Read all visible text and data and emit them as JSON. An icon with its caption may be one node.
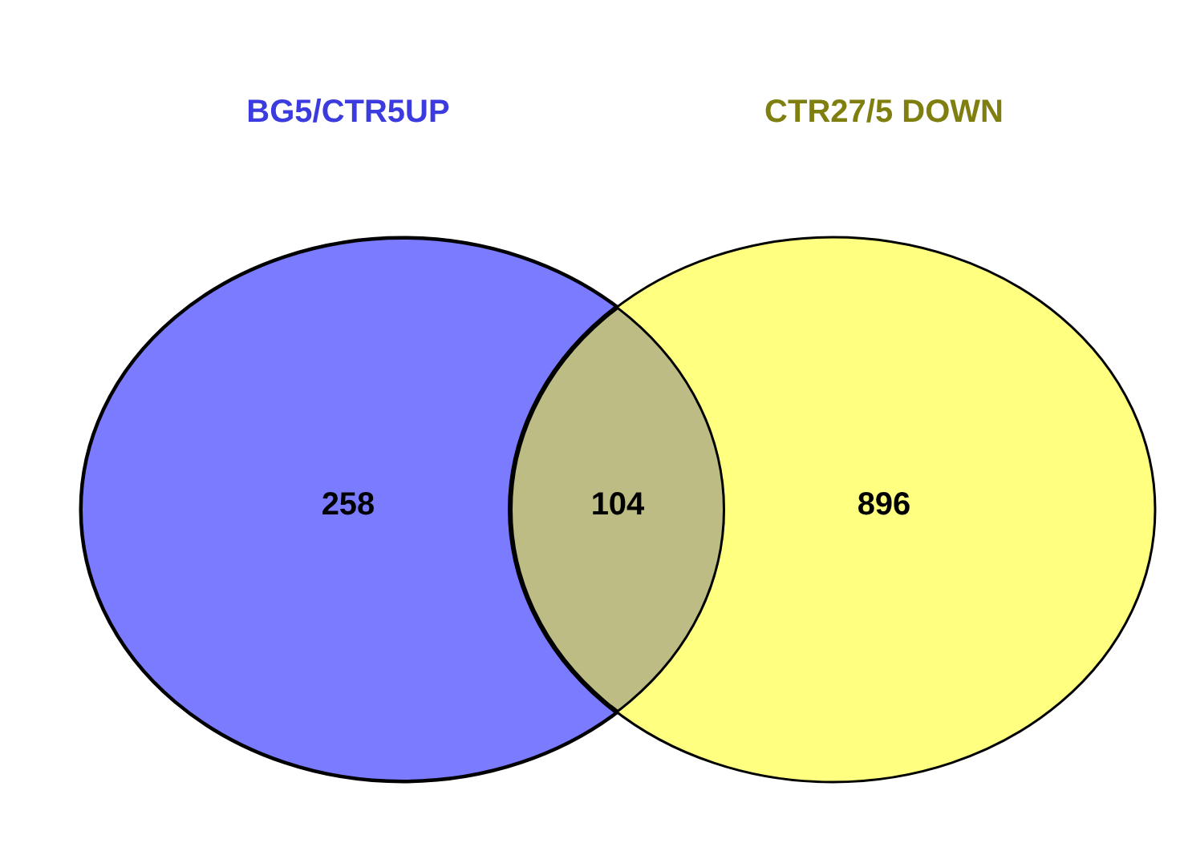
{
  "diagram": {
    "nodes": [
      {
        "text": [
          "BG5/CTR5UP",
          "258"
        ]
      },
      {
        "text": [
          "CTR27/5 DOWN",
          "896"
        ]
      }
    ],
    "labels": [
      "104"
    ]
  }
}
